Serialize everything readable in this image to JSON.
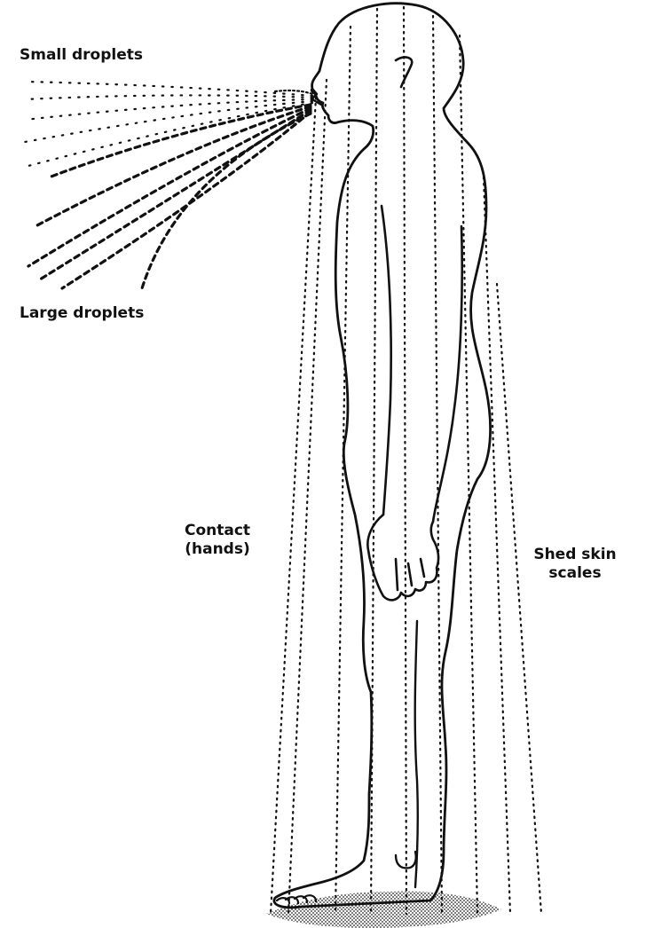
{
  "labels": {
    "small_droplets": "Small droplets",
    "large_droplets": "Large droplets",
    "contact_line1": "Contact",
    "contact_line2": "(hands)",
    "shed_line1": "Shed skin",
    "shed_line2": "scales"
  },
  "colors": {
    "ink": "#111111",
    "background": "#ffffff"
  }
}
